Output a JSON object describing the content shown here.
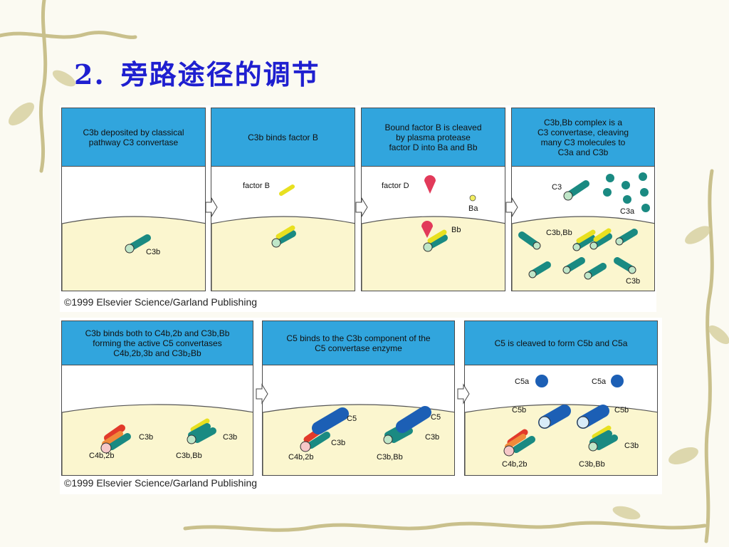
{
  "slide": {
    "number": "2.",
    "title": "旁路途径的调节"
  },
  "figure_top": {
    "copyright": "©1999 Elsevier Science/Garland Publishing",
    "panels": [
      {
        "header": [
          "C3b deposited by classical",
          "pathway C3 convertase"
        ],
        "labels": {
          "c3b": "C3b"
        }
      },
      {
        "header": [
          "C3b binds factor B"
        ],
        "labels": {
          "factor_b": "factor B"
        }
      },
      {
        "header": [
          "Bound factor B is cleaved",
          "by plasma protease",
          "factor D into Ba and Bb"
        ],
        "labels": {
          "factor_d": "factor D",
          "ba": "Ba",
          "bb": "Bb"
        }
      },
      {
        "header": [
          "C3b,Bb complex is a",
          "C3 convertase, cleaving",
          "many C3 molecules to",
          "C3a and C3b"
        ],
        "labels": {
          "c3": "C3",
          "c3a": "C3a",
          "c3bbb": "C3b,Bb",
          "c3b": "C3b"
        }
      }
    ]
  },
  "figure_bottom": {
    "copyright": "©1999 Elsevier Science/Garland Publishing",
    "panels": [
      {
        "header": [
          "C3b binds both to C4b,2b and C3b,Bb",
          "forming the active C5 convertases",
          "C4b,2b,3b  and C3b₂Bb"
        ],
        "labels": {
          "c3b_1": "C3b",
          "c4b2b": "C4b,2b",
          "c3b_2": "C3b",
          "c3bbb": "C3b,Bb"
        }
      },
      {
        "header": [
          "C5 binds to the C3b component of the",
          "C5 convertase enzyme"
        ],
        "labels": {
          "c5_1": "C5",
          "c3b_1": "C3b",
          "c4b2b": "C4b,2b",
          "c5_2": "C5",
          "c3b_2": "C3b",
          "c3bbb": "C3b,Bb"
        }
      },
      {
        "header": [
          "C5 is cleaved to form C5b and C5a"
        ],
        "labels": {
          "c5a_1": "C5a",
          "c5a_2": "C5a",
          "c5b_1": "C5b",
          "c5b_2": "C5b",
          "c3b": "C3b",
          "c4b2b": "C4b,2b",
          "c3bbb": "C3b,Bb"
        }
      }
    ]
  }
}
